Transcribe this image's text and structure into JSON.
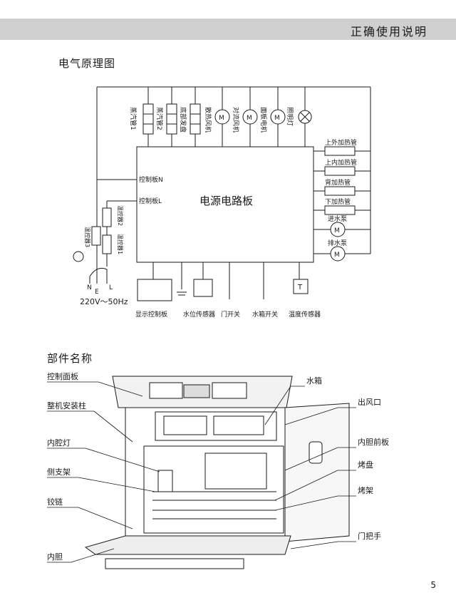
{
  "header": {
    "title": "正确使用说明"
  },
  "section1": {
    "title": "电气原理图"
  },
  "section2": {
    "title": "部件名称"
  },
  "schematic": {
    "top_components": [
      "蒸汽管1",
      "蒸汽管2",
      "底部发盘",
      "散热风机",
      "对流风机",
      "面板电机",
      "照明灯"
    ],
    "board_label": "电源电路板",
    "board_left_labels": [
      "控制板N",
      "控制板L"
    ],
    "right_components": [
      "上外加热管",
      "上内加热管",
      "背加热管",
      "下加热管",
      "进水泵",
      "排水泵"
    ],
    "left_switches": [
      "温控器3",
      "温控器2",
      "温控器1"
    ],
    "plug_labels": [
      "N",
      "E",
      "L"
    ],
    "supply": "220V～50Hz",
    "bottom_components": [
      "显示控制板",
      "水位传感器",
      "门开关",
      "水箱开关",
      "温度传感器"
    ],
    "sensor_symbol": "T",
    "motor_symbol": "M"
  },
  "parts": {
    "left_labels": [
      "控制面板",
      "整机安装柱",
      "内腔灯",
      "侧支架",
      "铰链",
      "内胆"
    ],
    "right_labels": [
      "水箱",
      "出风口",
      "内胆前板",
      "烤盘",
      "烤架",
      "门把手"
    ]
  },
  "page_number": "5"
}
